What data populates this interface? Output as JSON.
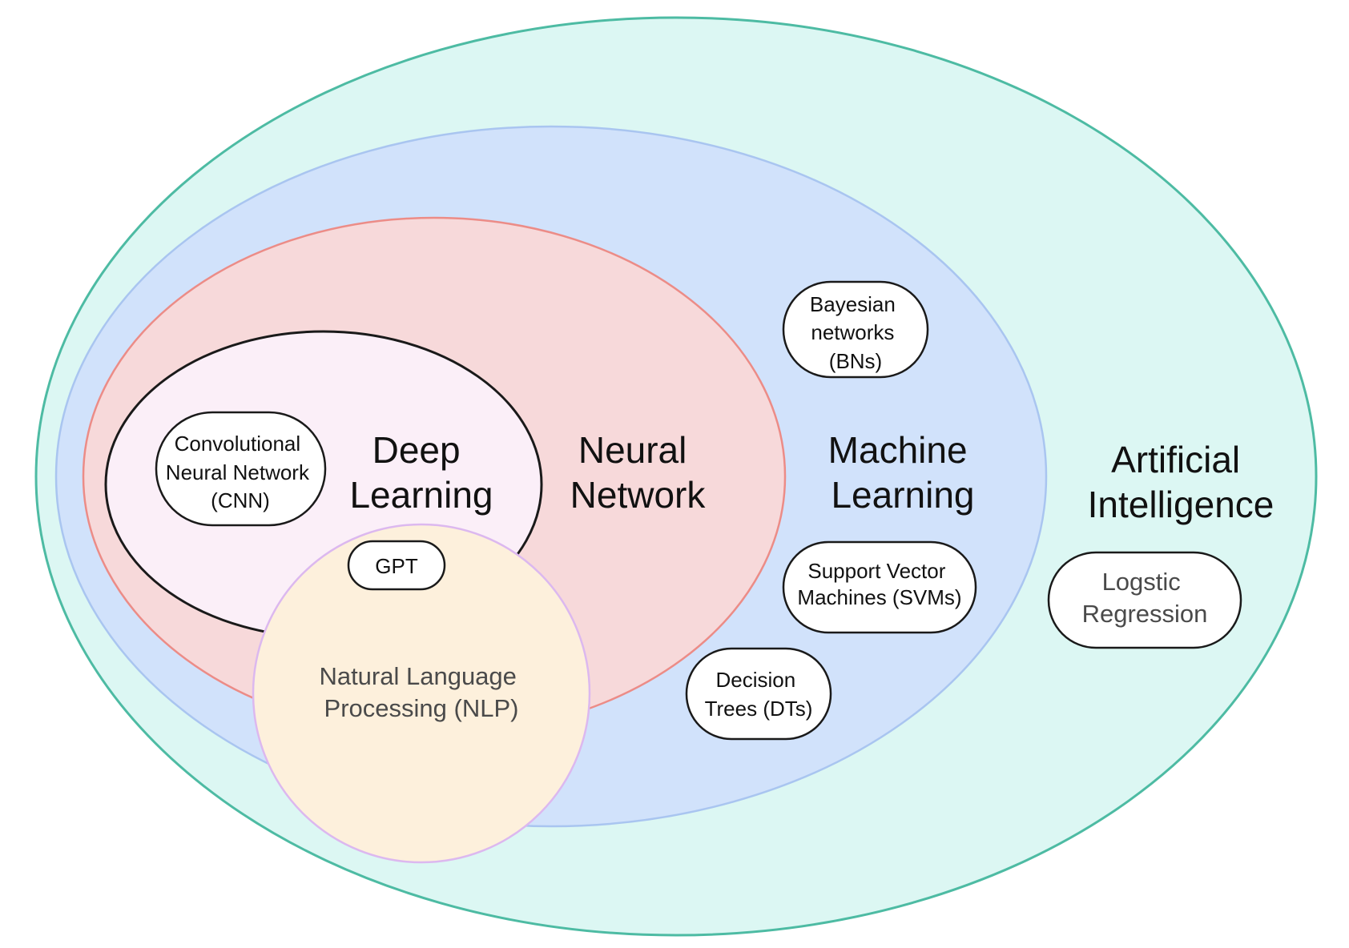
{
  "colors": {
    "ai_fill": "#dcf7f3",
    "ai_stroke": "#4dbba3",
    "ml_fill": "#d1e2fb",
    "ml_stroke": "#a9c5f0",
    "nn_fill": "#f7d9da",
    "nn_stroke": "#ec8c87",
    "dl_fill": "#fbeff8",
    "dl_stroke": "#1a1a1a",
    "nlp_fill": "#fdf0dc",
    "nlp_stroke": "#dcb8ef"
  },
  "regions": {
    "ai": {
      "line1": "Artificial",
      "line2": "Intelligence"
    },
    "ml": {
      "line1": "Machine",
      "line2": "Learning"
    },
    "nn": {
      "line1": "Neural",
      "line2": "Network"
    },
    "dl": {
      "line1": "Deep",
      "line2": "Learning"
    },
    "nlp": {
      "line1": "Natural Language",
      "line2": "Processing (NLP)"
    }
  },
  "nodes": {
    "cnn": {
      "line1": "Convolutional",
      "line2": "Neural Network",
      "line3": "(CNN)"
    },
    "gpt": {
      "line1": "GPT"
    },
    "bns": {
      "line1": "Bayesian",
      "line2": "networks",
      "line3": "(BNs)"
    },
    "svms": {
      "line1": "Support Vector",
      "line2": "Machines (SVMs)"
    },
    "dts": {
      "line1": "Decision",
      "line2": "Trees (DTs)"
    },
    "logistic": {
      "line1": "Logstic",
      "line2": "Regression"
    }
  }
}
